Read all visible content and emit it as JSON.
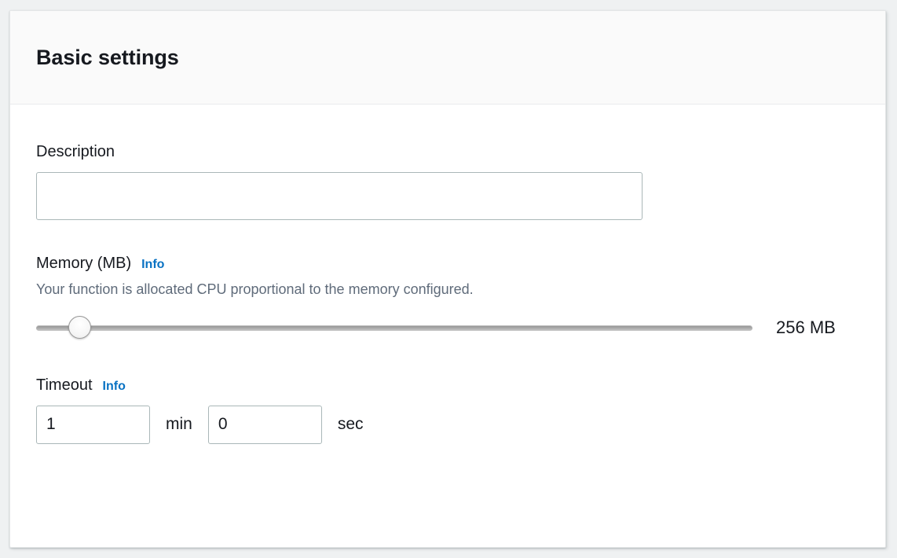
{
  "card": {
    "title": "Basic settings"
  },
  "description": {
    "label": "Description",
    "value": "",
    "placeholder": ""
  },
  "memory": {
    "label": "Memory (MB)",
    "info_label": "Info",
    "hint": "Your function is allocated CPU proportional to the memory configured.",
    "value_text": "256 MB",
    "slider": {
      "value": 256,
      "min": 128,
      "max": 10240,
      "percent": 6
    }
  },
  "timeout": {
    "label": "Timeout",
    "info_label": "Info",
    "minutes_value": "1",
    "minutes_unit": "min",
    "seconds_value": "0",
    "seconds_unit": "sec"
  },
  "colors": {
    "link_blue": "#0972c3",
    "text_dark": "#16191f",
    "text_muted": "#5f6b7a",
    "input_border": "#aab7b8",
    "header_bg": "#fafafa",
    "page_bg": "#eff1f2"
  }
}
